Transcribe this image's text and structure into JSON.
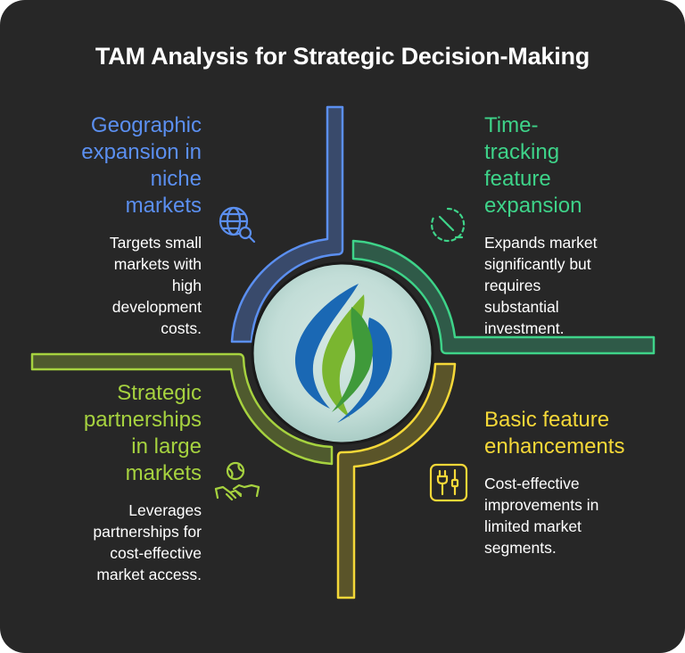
{
  "title": "TAM Analysis for Strategic Decision-Making",
  "colors": {
    "background": "#272727",
    "blue": "#5b8ff0",
    "green": "#3ed389",
    "lime": "#a6d23f",
    "yellow": "#f5d838"
  },
  "quadrants": [
    {
      "id": "top-left",
      "color": "blue",
      "icon": "globe-search-icon",
      "heading_lines": [
        "Geographic",
        "expansion in",
        "niche",
        "markets"
      ],
      "desc_lines": [
        "Targets small",
        "markets with",
        "high",
        "development",
        "costs."
      ]
    },
    {
      "id": "top-right",
      "color": "green",
      "icon": "stopwatch-icon",
      "heading_lines": [
        "Time-",
        "tracking",
        "feature",
        "expansion"
      ],
      "desc_lines": [
        "Expands market",
        "significantly but",
        "requires",
        "substantial",
        "investment."
      ]
    },
    {
      "id": "bottom-left",
      "color": "lime",
      "icon": "handshake-globe-icon",
      "heading_lines": [
        "Strategic",
        "partnerships",
        "in large",
        "markets"
      ],
      "desc_lines": [
        "Leverages",
        "partnerships for",
        "cost-effective",
        "market access."
      ]
    },
    {
      "id": "bottom-right",
      "color": "yellow",
      "icon": "tools-icon",
      "heading_lines": [
        "Basic feature",
        "enhancements"
      ],
      "desc_lines": [
        "Cost-effective",
        "improvements in",
        "limited market",
        "segments."
      ]
    }
  ],
  "center_logo": "swirl-logo"
}
